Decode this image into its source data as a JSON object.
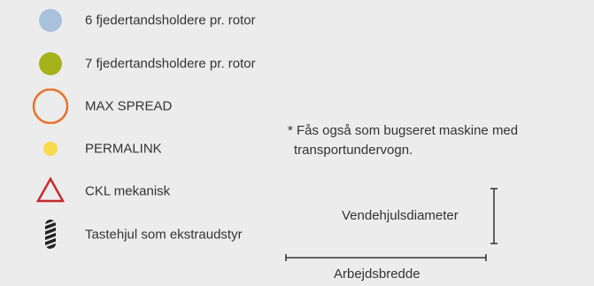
{
  "legend": {
    "items": [
      {
        "icon": "light-blue-dot-icon",
        "color": "#a9c2dc",
        "label": "6 fjedertandsholdere pr. rotor"
      },
      {
        "icon": "olive-green-dot-icon",
        "color": "#a6b21a",
        "label": "7 fjedertandsholdere pr. rotor"
      },
      {
        "icon": "orange-ring-icon",
        "color": "#e8732b",
        "label": "MAX SPREAD"
      },
      {
        "icon": "yellow-dot-icon",
        "color": "#f6db4c",
        "label": "PERMALINK"
      },
      {
        "icon": "red-triangle-icon",
        "color": "#c62c2c",
        "label": "CKL mekanisk"
      },
      {
        "icon": "striped-wheel-icon",
        "color": "#222222",
        "label": "Tastehjul som ekstraudstyr"
      }
    ]
  },
  "note": {
    "line1": "* Fås også som bugseret maskine med",
    "line2": "transportundervogn."
  },
  "dimensions": {
    "height_label": "Vendehjulsdiameter",
    "width_label": "Arbejdsbredde"
  }
}
